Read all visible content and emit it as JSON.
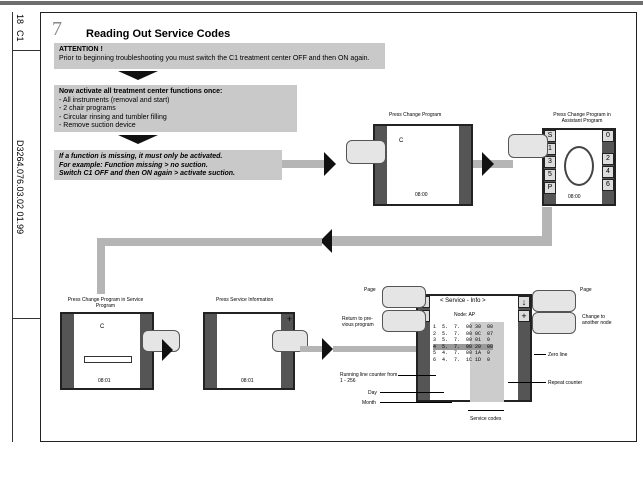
{
  "sidebar": {
    "page_number": "18",
    "model": "C1",
    "doc_id": "D3264.076.03.02 01.99"
  },
  "section": {
    "number": "7",
    "title": "Reading Out Service Codes"
  },
  "attention": {
    "heading": "ATTENTION !",
    "text": "Prior to beginning troubleshooting you must switch the C1 treatment center OFF and then ON again."
  },
  "activate": {
    "heading": "Now activate all treatment center functions once:",
    "items": [
      "- All instruments (removal and start)",
      "- 2 chair programs",
      "- Circular rinsing and tumbler filling",
      "- Remove suction device"
    ]
  },
  "missing": {
    "line1": "If a function is missing, it must only be activated.",
    "line2": "For example: Function missing > no suction.",
    "line3": "Switch C1 OFF and then ON again > activate suction."
  },
  "steps": {
    "press_change_program": "Press Change Program",
    "press_change_program_assistant": "Press Change Program in Assistant Program",
    "press_change_program_service": "Press Change Program in Service Program",
    "press_service_information": "Press Service Information"
  },
  "screens": {
    "time1": "08:00",
    "time2": "08:00",
    "time3": "08:01",
    "time4": "08:01"
  },
  "assistant_keys": [
    "S",
    "1",
    "3",
    "5",
    "P"
  ],
  "assistant_right_keys": [
    "0",
    "2",
    "4",
    "6"
  ],
  "service_info": {
    "title": "< Service - Info >",
    "node": "Node: AP",
    "rows": [
      "1  5.  7.  00 30  00",
      "2  5.  7.  00 0C  07",
      "3  5.  7.  00 01  0",
      "4  5.  7.  00 20  00",
      "5  4.  7.  00 1A  0",
      "6  4.  7.  1C 1D  0"
    ]
  },
  "callouts": {
    "page_left": "Page",
    "page_right": "Page",
    "return_prev": "Return to pre-vious program",
    "change_node": "Change to another node",
    "zero_line": "Zero line",
    "repeat_counter": "Repeat counter",
    "running_line": "Running line counter from 1 - 256",
    "day": "Day",
    "month": "Month",
    "service_codes": "Service codes"
  },
  "icons": {
    "c_label": "C",
    "plus": "+",
    "up": "↑",
    "down": "↓"
  },
  "colors": {
    "gray_box": "#c9c9c9",
    "connector": "#b5b5b5",
    "screen_border": "#222222"
  }
}
